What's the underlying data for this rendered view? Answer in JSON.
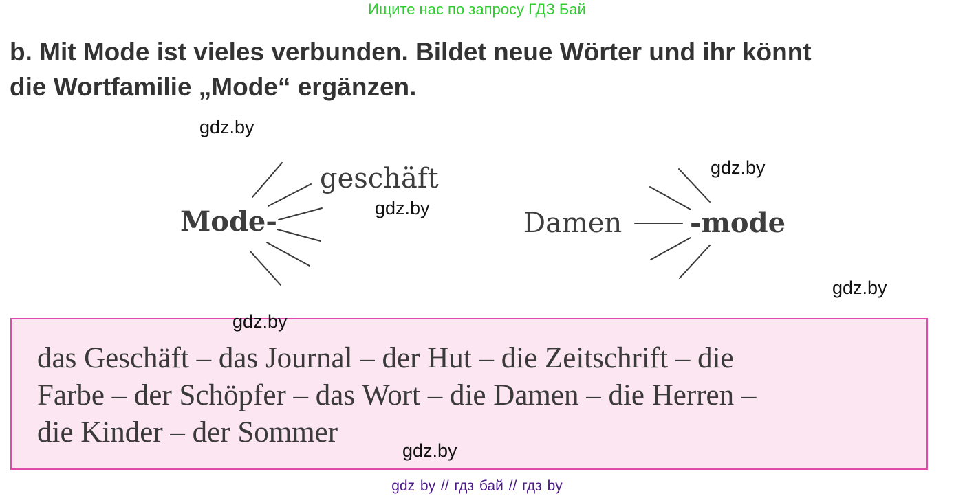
{
  "banner": {
    "text": "Ищите нас по запросу ГДЗ Бай",
    "color": "#2ecc2e"
  },
  "task": {
    "line1": "b. Mit Mode ist vieles verbunden. Bildet neue Wörter und ihr könnt",
    "line2": "die Wortfamilie „Mode“ ergänzen."
  },
  "diagram_left": {
    "stem": "Mode-",
    "filled_branch": "geschäft",
    "branch_count": 6
  },
  "diagram_right": {
    "prefix_word": "Damen",
    "stem": "-mode",
    "branch_count": 5
  },
  "answer": {
    "text": "das Geschäft – das Journal – der Hut – die Zeitschrift – die Farbe – der Schöpfer – das Wort – die Damen – die Herren – die Kinder – der Sommer",
    "line1": "das Geschäft – das Journal – der Hut – die Zeitschrift – die",
    "line2": "Farbe – der Schöpfer – das Wort – die Damen – die Herren –",
    "line3": "die Kinder – der Sommer",
    "border_color": "#e04aa8",
    "background_color": "#fce6f1"
  },
  "watermarks": [
    "gdz.by",
    "gdz.by",
    "gdz.by",
    "gdz.by",
    "gdz.by",
    "gdz.by"
  ],
  "footer": {
    "text": "gdz by  //  гдз бай  //  гдз by",
    "color": "#4b1a86"
  }
}
